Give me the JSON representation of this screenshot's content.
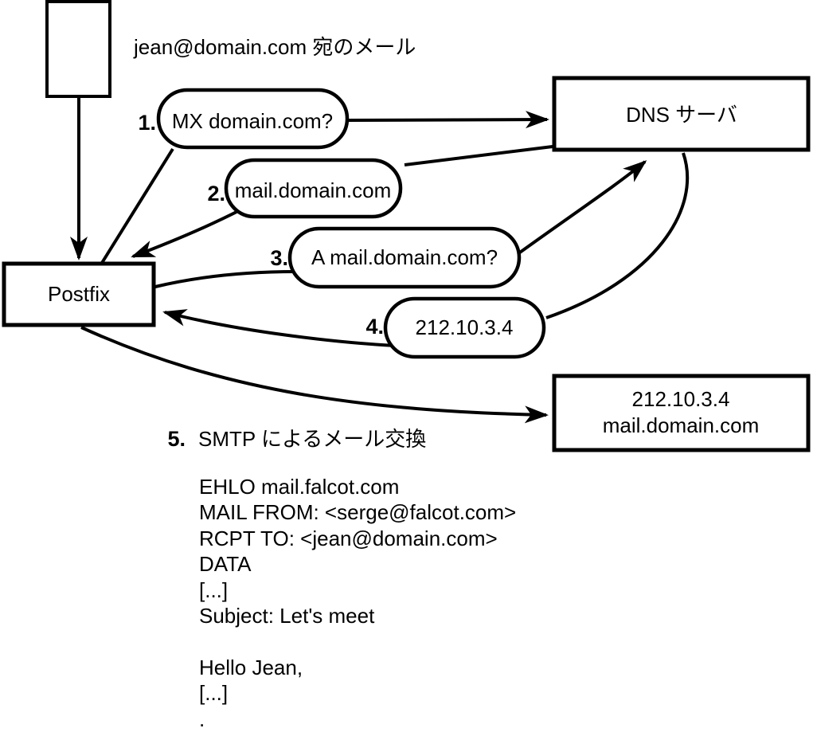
{
  "diagram": {
    "note": "jean@domain.com 宛のメール",
    "nodes": {
      "postfix": {
        "label": "Postfix"
      },
      "dns_server": {
        "label": "DNS サーバ"
      },
      "mail_server": {
        "line1": "212.10.3.4",
        "line2": "mail.domain.com"
      }
    },
    "steps": [
      {
        "num": "1.",
        "label": "MX domain.com?"
      },
      {
        "num": "2.",
        "label": "mail.domain.com"
      },
      {
        "num": "3.",
        "label": "A mail.domain.com?"
      },
      {
        "num": "4.",
        "label": "212.10.3.4"
      },
      {
        "num": "5.",
        "label": "SMTP によるメール交換"
      }
    ],
    "smtp_transcript": [
      "EHLO mail.falcot.com",
      "MAIL FROM: <serge@falcot.com>",
      "RCPT TO: <jean@domain.com>",
      "DATA",
      "[...]",
      "Subject: Let's meet",
      "",
      "Hello Jean,",
      "[...]",
      "."
    ],
    "colors": {
      "ink": "#000000",
      "background": "#ffffff"
    }
  }
}
